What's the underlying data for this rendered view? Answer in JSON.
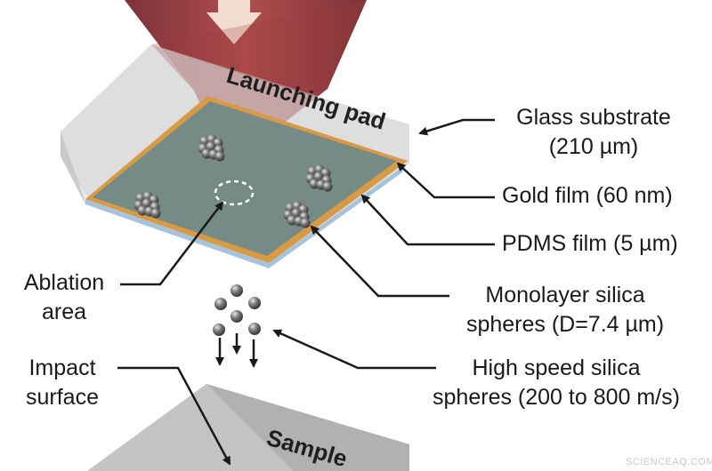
{
  "labels": {
    "launching_pad": "Launching pad",
    "glass_substrate": [
      "Glass substrate",
      "(210 µm)"
    ],
    "gold_film": "Gold film (60 nm)",
    "pdms_film": "PDMS film (5 µm)",
    "ablation_area": [
      "Ablation",
      "area"
    ],
    "monolayer_spheres": [
      "Monolayer silica",
      "spheres (D=7.4 µm)"
    ],
    "impact_surface": [
      "Impact",
      "surface"
    ],
    "high_speed_spheres": [
      "High speed silica",
      "spheres (200 to 800 m/s)"
    ],
    "sample": "Sample"
  },
  "watermark": "SCIENCEAQ.COM",
  "colors": {
    "laser_beam": "#8f2a2e",
    "glass": "#d2d2d2",
    "gold": "#d89a45",
    "pdms": "#a6c3dc",
    "film_surface": "#6f8a8a",
    "sphere": "#5a5a5a",
    "sample_block": "#b5b5b5"
  }
}
